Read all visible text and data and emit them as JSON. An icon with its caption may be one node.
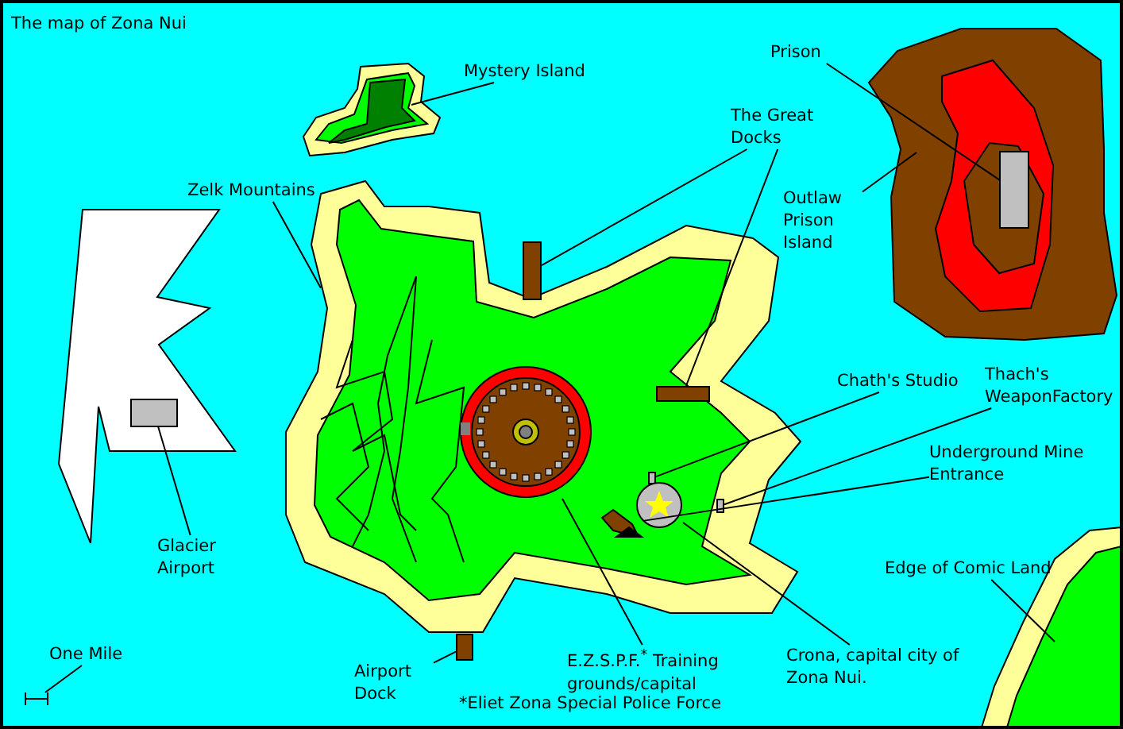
{
  "diagram": {
    "title": "The map of Zona Nui",
    "nodes": [
      {
        "text": [
          "Mystery Island"
        ]
      },
      {
        "text": [],
        "shape": "picture"
      },
      {
        "text": [
          "Prison"
        ]
      },
      {
        "text": [
          "The Great Docks"
        ]
      },
      {
        "text": [
          "Zelk Mountains"
        ]
      },
      {
        "text": [
          "Outlaw Prison Island"
        ]
      },
      {
        "text": [],
        "shape": "picture"
      },
      {
        "text": [],
        "shape": "box",
        "in": 6
      },
      {
        "text": [],
        "shape": "bar"
      },
      {
        "text": [],
        "shape": "bar"
      },
      {
        "text": [
          "Chath's Studio"
        ]
      },
      {
        "text": [
          "Thach's WeaponFactory"
        ]
      },
      {
        "text": [],
        "shape": "picture"
      },
      {
        "text": [],
        "shape": "circle"
      },
      {
        "text": [],
        "shape": "box"
      },
      {
        "text": [],
        "shape": "circle"
      },
      {
        "text": [],
        "shape": "box"
      },
      {
        "text": [],
        "shape": "picture"
      },
      {
        "text": [
          "Underground Mine Entrance"
        ]
      },
      {
        "text": [],
        "shape": "picture"
      },
      {
        "text": [],
        "shape": "box",
        "in": 19
      },
      {
        "text": [
          "Glacier Airport"
        ]
      },
      {
        "text": [
          "Edge of Comic Land"
        ]
      },
      {
        "text": [],
        "shape": "picture"
      },
      {
        "text": [
          "One Mile"
        ]
      },
      {
        "text": [],
        "shape": "bar"
      },
      {
        "text": [],
        "shape": "bar"
      },
      {
        "text": [
          "Airport Dock"
        ]
      },
      {
        "text": [
          "E.Z.S.P.F.$^{*}$ Training grounds/capital"
        ]
      },
      {
        "text": [
          "Crona, capital city of Zona Nui."
        ]
      }
    ],
    "edges": [
      {
        "from": 0,
        "to": 1,
        "arrow": "none"
      },
      {
        "from": 2,
        "to": 7,
        "arrow": "none"
      },
      {
        "from": 3,
        "to": 8,
        "arrow": "none"
      },
      {
        "from": 3,
        "to": 9,
        "arrow": "none"
      },
      {
        "from": 5,
        "to": 6,
        "arrow": "none"
      },
      {
        "from": 4,
        "to": 12,
        "arrow": "none"
      },
      {
        "from": 10,
        "to": 14,
        "arrow": "none"
      },
      {
        "from": 11,
        "to": 16,
        "arrow": "none"
      },
      {
        "from": 18,
        "to": 17,
        "arrow": "none"
      },
      {
        "from": 21,
        "to": 20,
        "arrow": "none"
      },
      {
        "from": 22,
        "to": 23,
        "arrow": "none"
      },
      {
        "from": 24,
        "to": 25,
        "arrow": "none"
      },
      {
        "from": 27,
        "to": 26,
        "arrow": "none"
      },
      {
        "from": 28,
        "to": 13,
        "arrow": "none"
      },
      {
        "from": 29,
        "to": 15,
        "arrow": "none"
      }
    ],
    "labels": [
      "*Eliet Zona Special Police Force"
    ]
  }
}
